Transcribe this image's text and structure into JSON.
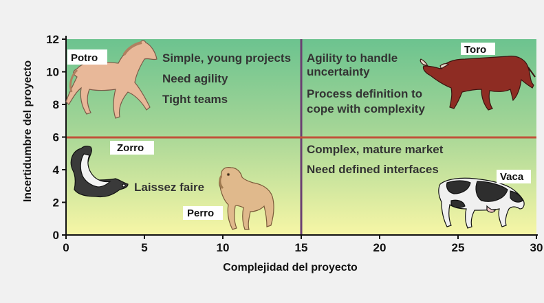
{
  "axes": {
    "x_label": "Complejidad del proyecto",
    "y_label": "Incertidumbre del proyecto",
    "x_ticks": [
      "0",
      "5",
      "10",
      "15",
      "20",
      "25",
      "30"
    ],
    "y_ticks": [
      "0",
      "2",
      "4",
      "6",
      "8",
      "10",
      "12"
    ],
    "x_range": [
      0,
      30
    ],
    "y_range": [
      0,
      12
    ],
    "divider_x": 15,
    "divider_y": 6
  },
  "quadrants": {
    "top_left": {
      "animal": "Potro",
      "notes": [
        "Simple, young projects",
        "Need agility",
        "Tight teams"
      ]
    },
    "top_right": {
      "animal": "Toro",
      "notes": [
        "Agility to handle",
        "uncertainty",
        "Process definition to",
        "cope with complexity"
      ]
    },
    "bottom_left": {
      "animals": [
        "Zorro",
        "Perro"
      ],
      "notes": [
        "Laissez faire"
      ]
    },
    "bottom_right": {
      "animal": "Vaca",
      "notes": [
        "Complex, mature market",
        "Need defined interfaces"
      ]
    }
  },
  "colors": {
    "top_band": "#7cc692",
    "bottom_band": "#f5f3a0",
    "vertical_divider": "#6a3f72",
    "horizontal_divider": "#c1523a",
    "text": "#333333",
    "horse": "#e8b899",
    "bull": "#8e2c23",
    "skunk": "#3a3a3a",
    "dog": "#e0b98c",
    "cow": "#2e2e2e"
  }
}
